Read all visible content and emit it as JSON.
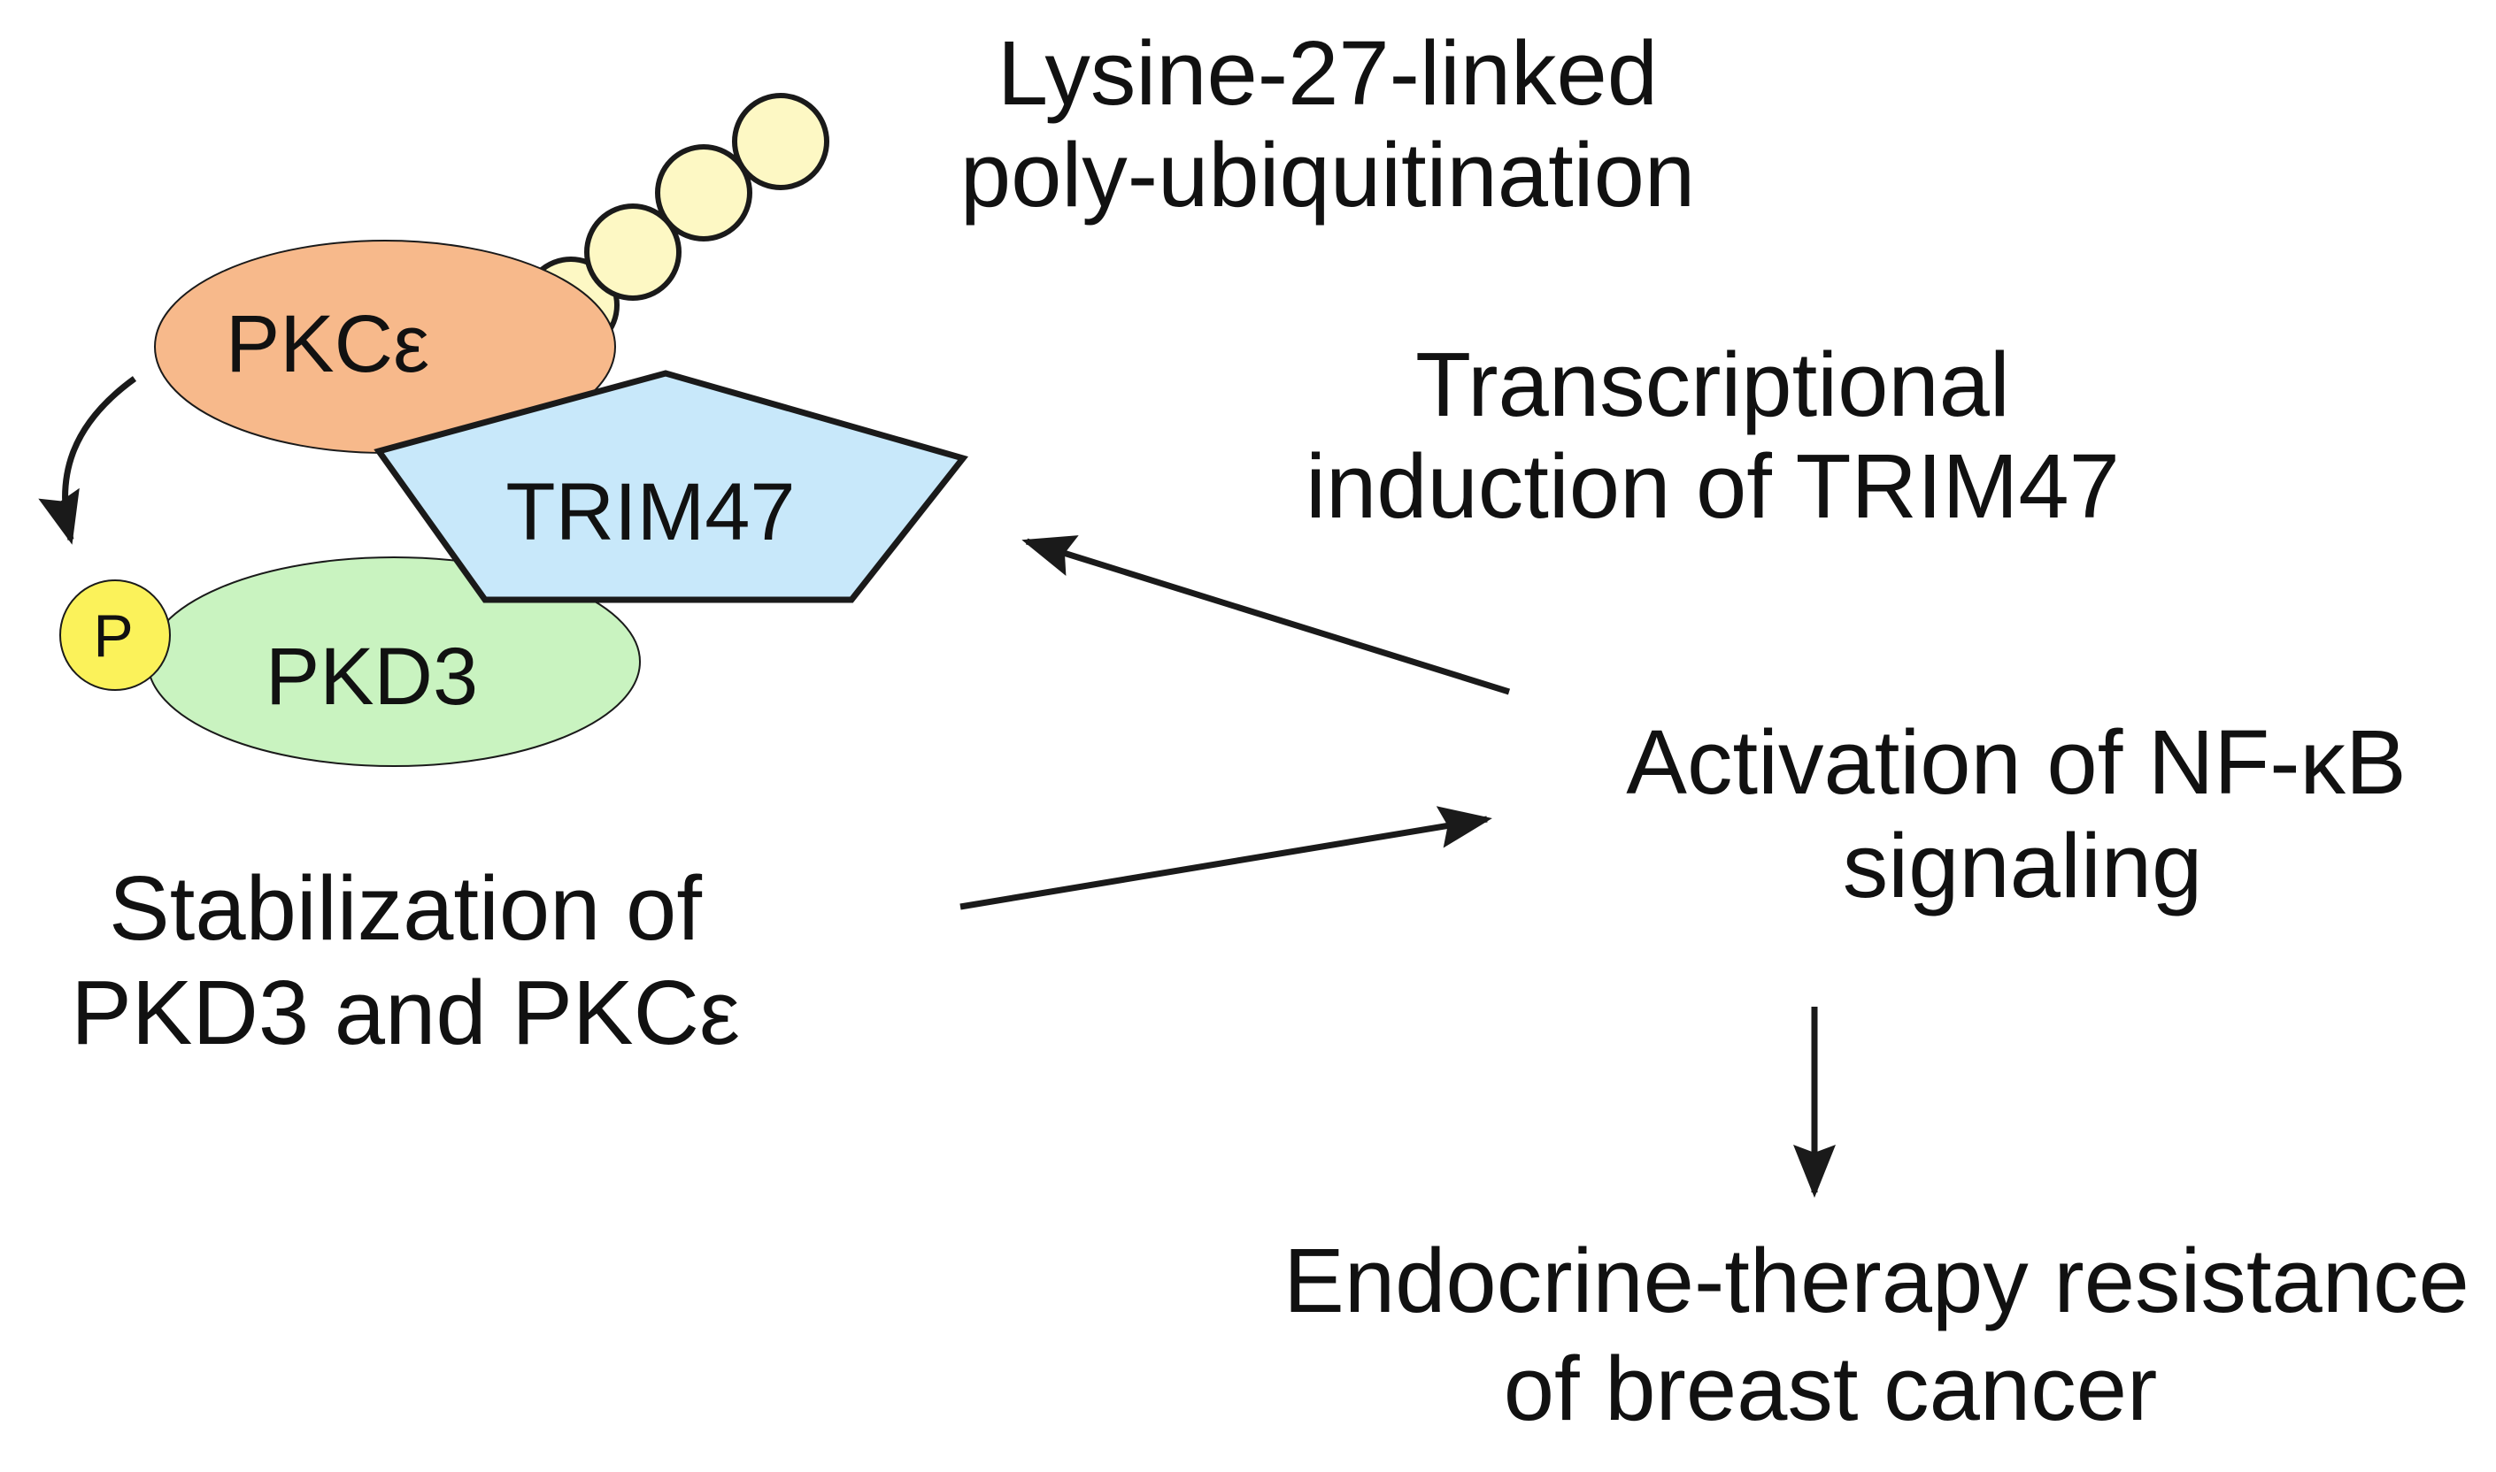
{
  "colors": {
    "pkce_fill": "#f7b98b",
    "trim47_fill": "#c8e8fa",
    "pkd3_fill": "#c9f3c0",
    "phospho_fill": "#fbf25a",
    "ubiquitin_fill": "#fdf8c4",
    "stroke": "#1a1a1a",
    "background": "#ffffff"
  },
  "nodes": {
    "pkce": {
      "label": "PKCε"
    },
    "trim47": {
      "label": "TRIM47"
    },
    "pkd3": {
      "label": "PKD3"
    },
    "phospho": {
      "label": "P"
    },
    "ubiquitin_chain": {
      "count": 4
    }
  },
  "labels": {
    "ubiquitination": {
      "line1": "Lysine-27-linked",
      "line2": "poly-ubiquitination"
    },
    "transcription": {
      "line1": "Transcriptional",
      "line2": "induction of TRIM47"
    },
    "nfkb": {
      "line1": "Activation of NF-κB",
      "line2": "signaling"
    },
    "stabilization": {
      "line1": "Stabilization of",
      "line2": "PKD3 and PKCε"
    },
    "resistance": {
      "line1": "Endocrine-therapy resistance",
      "line2": "of breast cancer"
    }
  },
  "edges": [
    {
      "from": "pkce",
      "to": "phospho",
      "style": "curved-arrow"
    },
    {
      "from": "stabilization",
      "to": "nfkb",
      "style": "arrow"
    },
    {
      "from": "nfkb",
      "to": "trim47",
      "style": "arrow"
    },
    {
      "from": "nfkb",
      "to": "resistance",
      "style": "arrow"
    }
  ]
}
